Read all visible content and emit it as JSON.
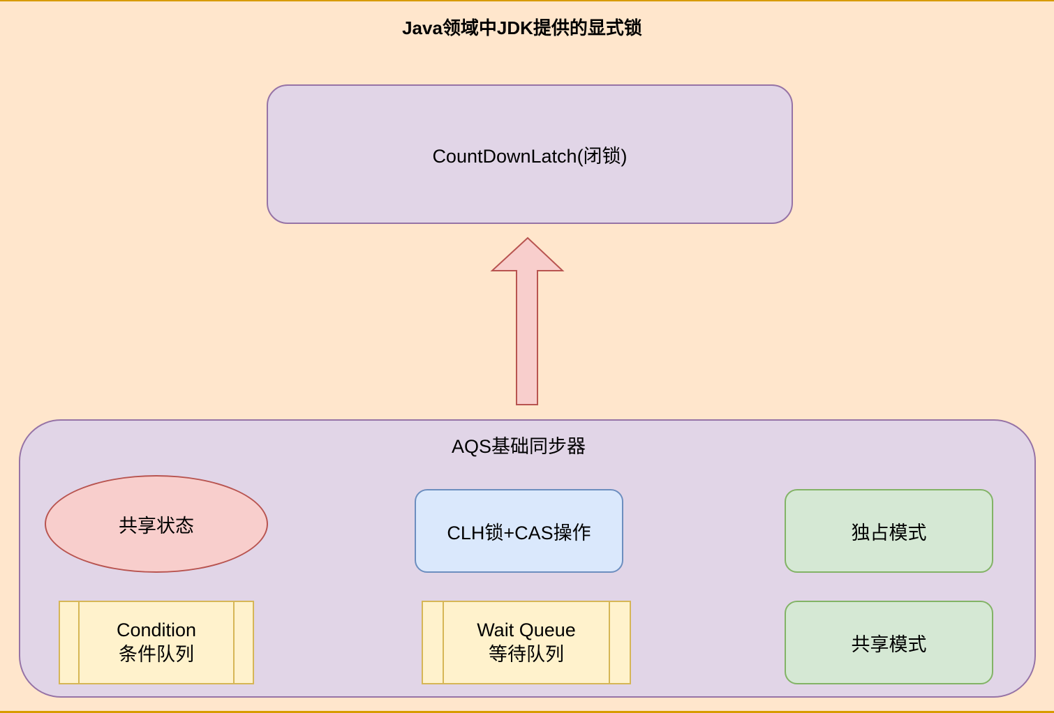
{
  "diagram": {
    "title": "Java领域中JDK提供的显式锁",
    "top_node": {
      "label": "CountDownLatch(闭锁)"
    },
    "arrow": {
      "direction": "up",
      "from": "AQS基础同步器",
      "to": "CountDownLatch(闭锁)"
    },
    "container": {
      "label": "AQS基础同步器",
      "nodes": [
        {
          "id": "shared-state",
          "shape": "ellipse",
          "label": "共享状态"
        },
        {
          "id": "clh-cas",
          "shape": "rounded-rect",
          "label": "CLH锁+CAS操作"
        },
        {
          "id": "exclusive-mode",
          "shape": "rounded-rect",
          "label": "独占模式"
        },
        {
          "id": "condition-queue",
          "shape": "process",
          "line1": "Condition",
          "line2": "条件队列"
        },
        {
          "id": "wait-queue",
          "shape": "process",
          "line1": "Wait Queue",
          "line2": "等待队列"
        },
        {
          "id": "shared-mode",
          "shape": "rounded-rect",
          "label": "共享模式"
        }
      ]
    },
    "colors": {
      "background": "#ffe6cc",
      "frame": "#d79b00",
      "purple_fill": "#e1d5e7",
      "purple_stroke": "#9673a6",
      "red_fill": "#f8cecc",
      "red_stroke": "#b85450",
      "blue_fill": "#dae8fc",
      "blue_stroke": "#6c8ebf",
      "green_fill": "#d5e8d4",
      "green_stroke": "#82b366",
      "yellow_fill": "#fff2cc",
      "yellow_stroke": "#d6b656"
    }
  }
}
